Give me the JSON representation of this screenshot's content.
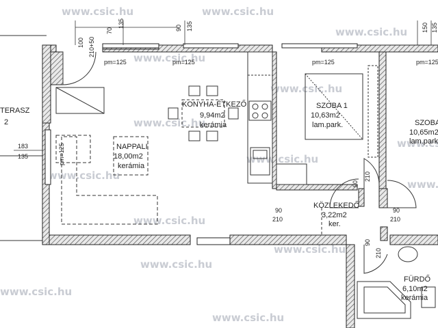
{
  "watermark": "www.csic.hu",
  "rooms": {
    "terasz": {
      "name": "TERASZ",
      "area": "2"
    },
    "nappali": {
      "name": "NAPPALI",
      "area": "18,00m2",
      "floor": "kerámia"
    },
    "konyha": {
      "name": "KONYHA-ÉTKEZŐ",
      "area": "9,94m2",
      "floor": "kerámia"
    },
    "szoba1": {
      "name": "SZOBA 1",
      "area": "10,63m2",
      "floor": "lam.park."
    },
    "szoba2": {
      "name": "SZOBA",
      "area": "10,65m2",
      "floor": "lam.park."
    },
    "kozlekedo": {
      "name": "KÖZLEKEDŐ",
      "area": "3,22m2",
      "floor": "ker."
    },
    "furdo": {
      "name": "FÜRDŐ",
      "area": "6,10m2",
      "floor": "kerámia"
    }
  },
  "dimensions": {
    "pm_125_a": "pm=125",
    "pm_125_b": "pm=125",
    "pm_125_c": "pm=125",
    "pm_125_d": "pm=125",
    "pm_125_e": "pm=125",
    "d_100": "100",
    "d_210_50": "210+50",
    "d_70": "70",
    "d_135_top": "135",
    "d_90_top": "90",
    "d_135_top2": "135",
    "d_150": "150",
    "d_135_right": "135",
    "d_183": "183",
    "d_135_left": "135",
    "door_90_a": "90",
    "door_210_a": "210",
    "door_90_b": "90",
    "door_210_b": "210",
    "door_90_c": "90",
    "door_210_c": "210",
    "door_90_d": "90",
    "door_210_d": "210"
  }
}
